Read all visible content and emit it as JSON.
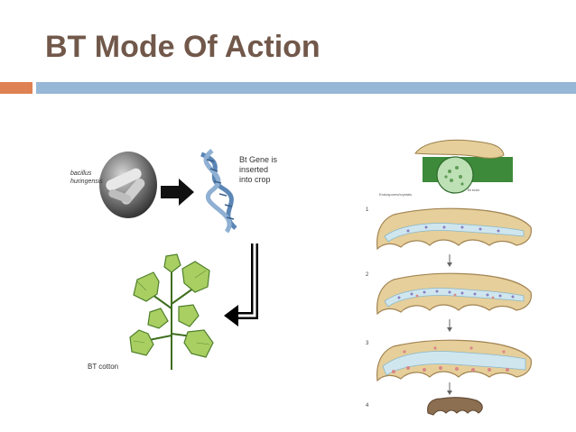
{
  "slide": {
    "title": "BT Mode Of Action"
  },
  "left_diagram": {
    "bacillus_label_line1": "bacillus",
    "bacillus_label_line2": "huringensis",
    "gene_label_line1": "Bt Gene is",
    "gene_label_line2": "inserted",
    "gene_label_line3": "into crop",
    "cotton_label": "BT cotton"
  },
  "right_diagram": {
    "endospore_label": "Endospores/crystals",
    "bt_label": "Bt toxin",
    "steps": [
      "1",
      "2",
      "3",
      "4"
    ]
  },
  "colors": {
    "title": "#71584a",
    "accent_orange": "#df8253",
    "accent_blue": "#97b7d6",
    "caterpillar_body": "#e6cf9a",
    "gut": "#cfe6ef",
    "leaf": "#a9cf63"
  }
}
